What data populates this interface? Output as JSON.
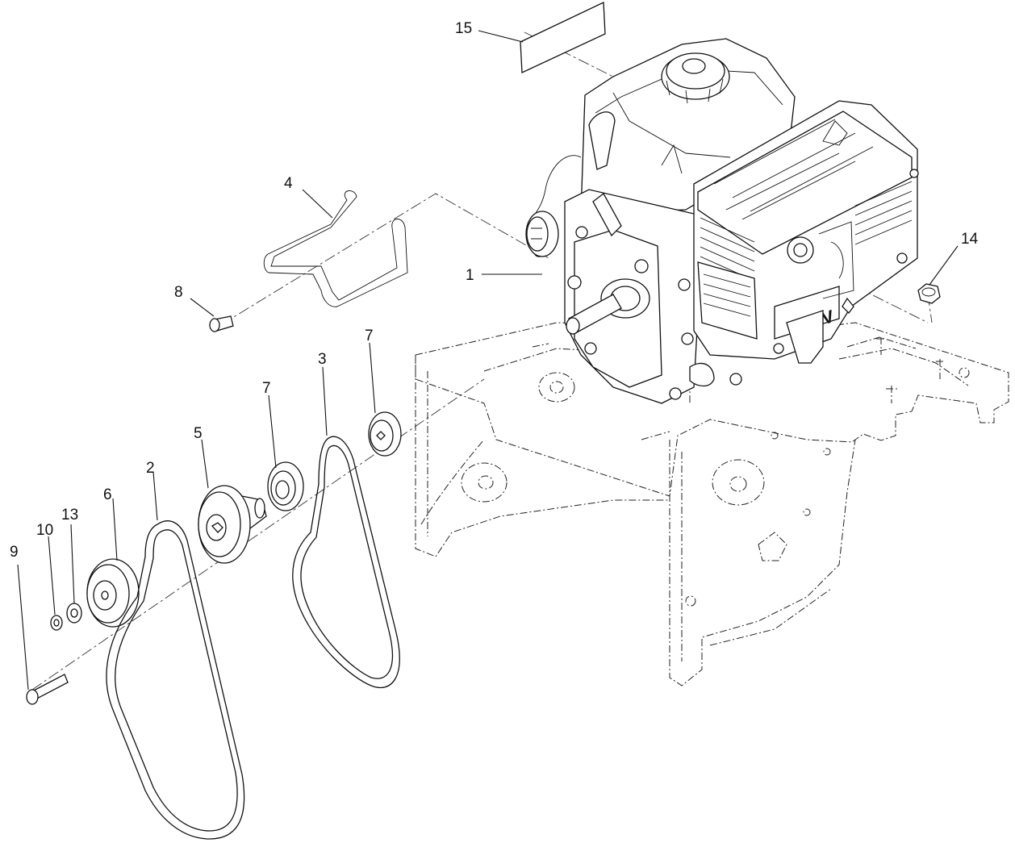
{
  "callouts": [
    {
      "id": "c1",
      "label": "1"
    },
    {
      "id": "c2",
      "label": "2"
    },
    {
      "id": "c3",
      "label": "3"
    },
    {
      "id": "c4",
      "label": "4"
    },
    {
      "id": "c5",
      "label": "5"
    },
    {
      "id": "c6",
      "label": "6"
    },
    {
      "id": "c7a",
      "label": "7"
    },
    {
      "id": "c7b",
      "label": "7"
    },
    {
      "id": "c8",
      "label": "8"
    },
    {
      "id": "c9",
      "label": "9"
    },
    {
      "id": "c10",
      "label": "10"
    },
    {
      "id": "c13",
      "label": "13"
    },
    {
      "id": "c14",
      "label": "14"
    },
    {
      "id": "c15",
      "label": "15"
    }
  ],
  "engine": {
    "badge_text": "OHV"
  }
}
